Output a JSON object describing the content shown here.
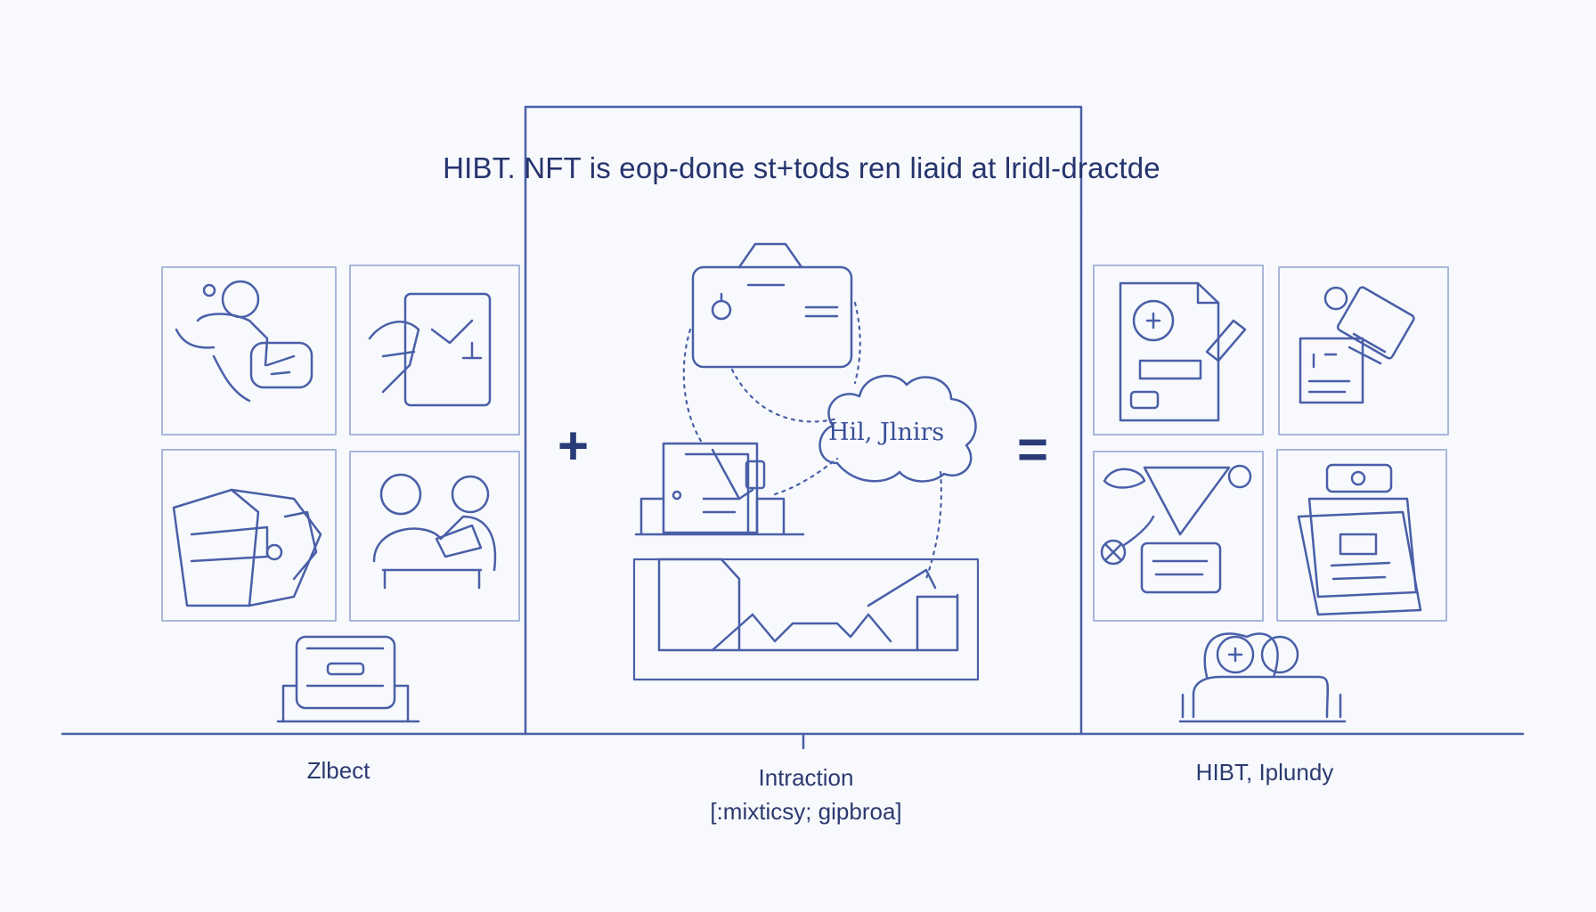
{
  "header": {
    "title": "HIBT. NFT is eop-done st+tods ren liaid at lridl-dractde"
  },
  "panels": {
    "left_caption": "Zlbect",
    "middle_caption_line1": "Intraction",
    "middle_caption_line2": "[:mixticsy; gipbroa]",
    "right_caption": "HIBT, Iplundy"
  },
  "diagram": {
    "cloud_label": "Hil, Jlnirs",
    "operator_plus": "+",
    "operator_equals": "="
  },
  "colors": {
    "line": "#4a5fa8",
    "text": "#2a3b78",
    "tile_border": "#9fb0d8",
    "background": "#f7f9fc"
  }
}
